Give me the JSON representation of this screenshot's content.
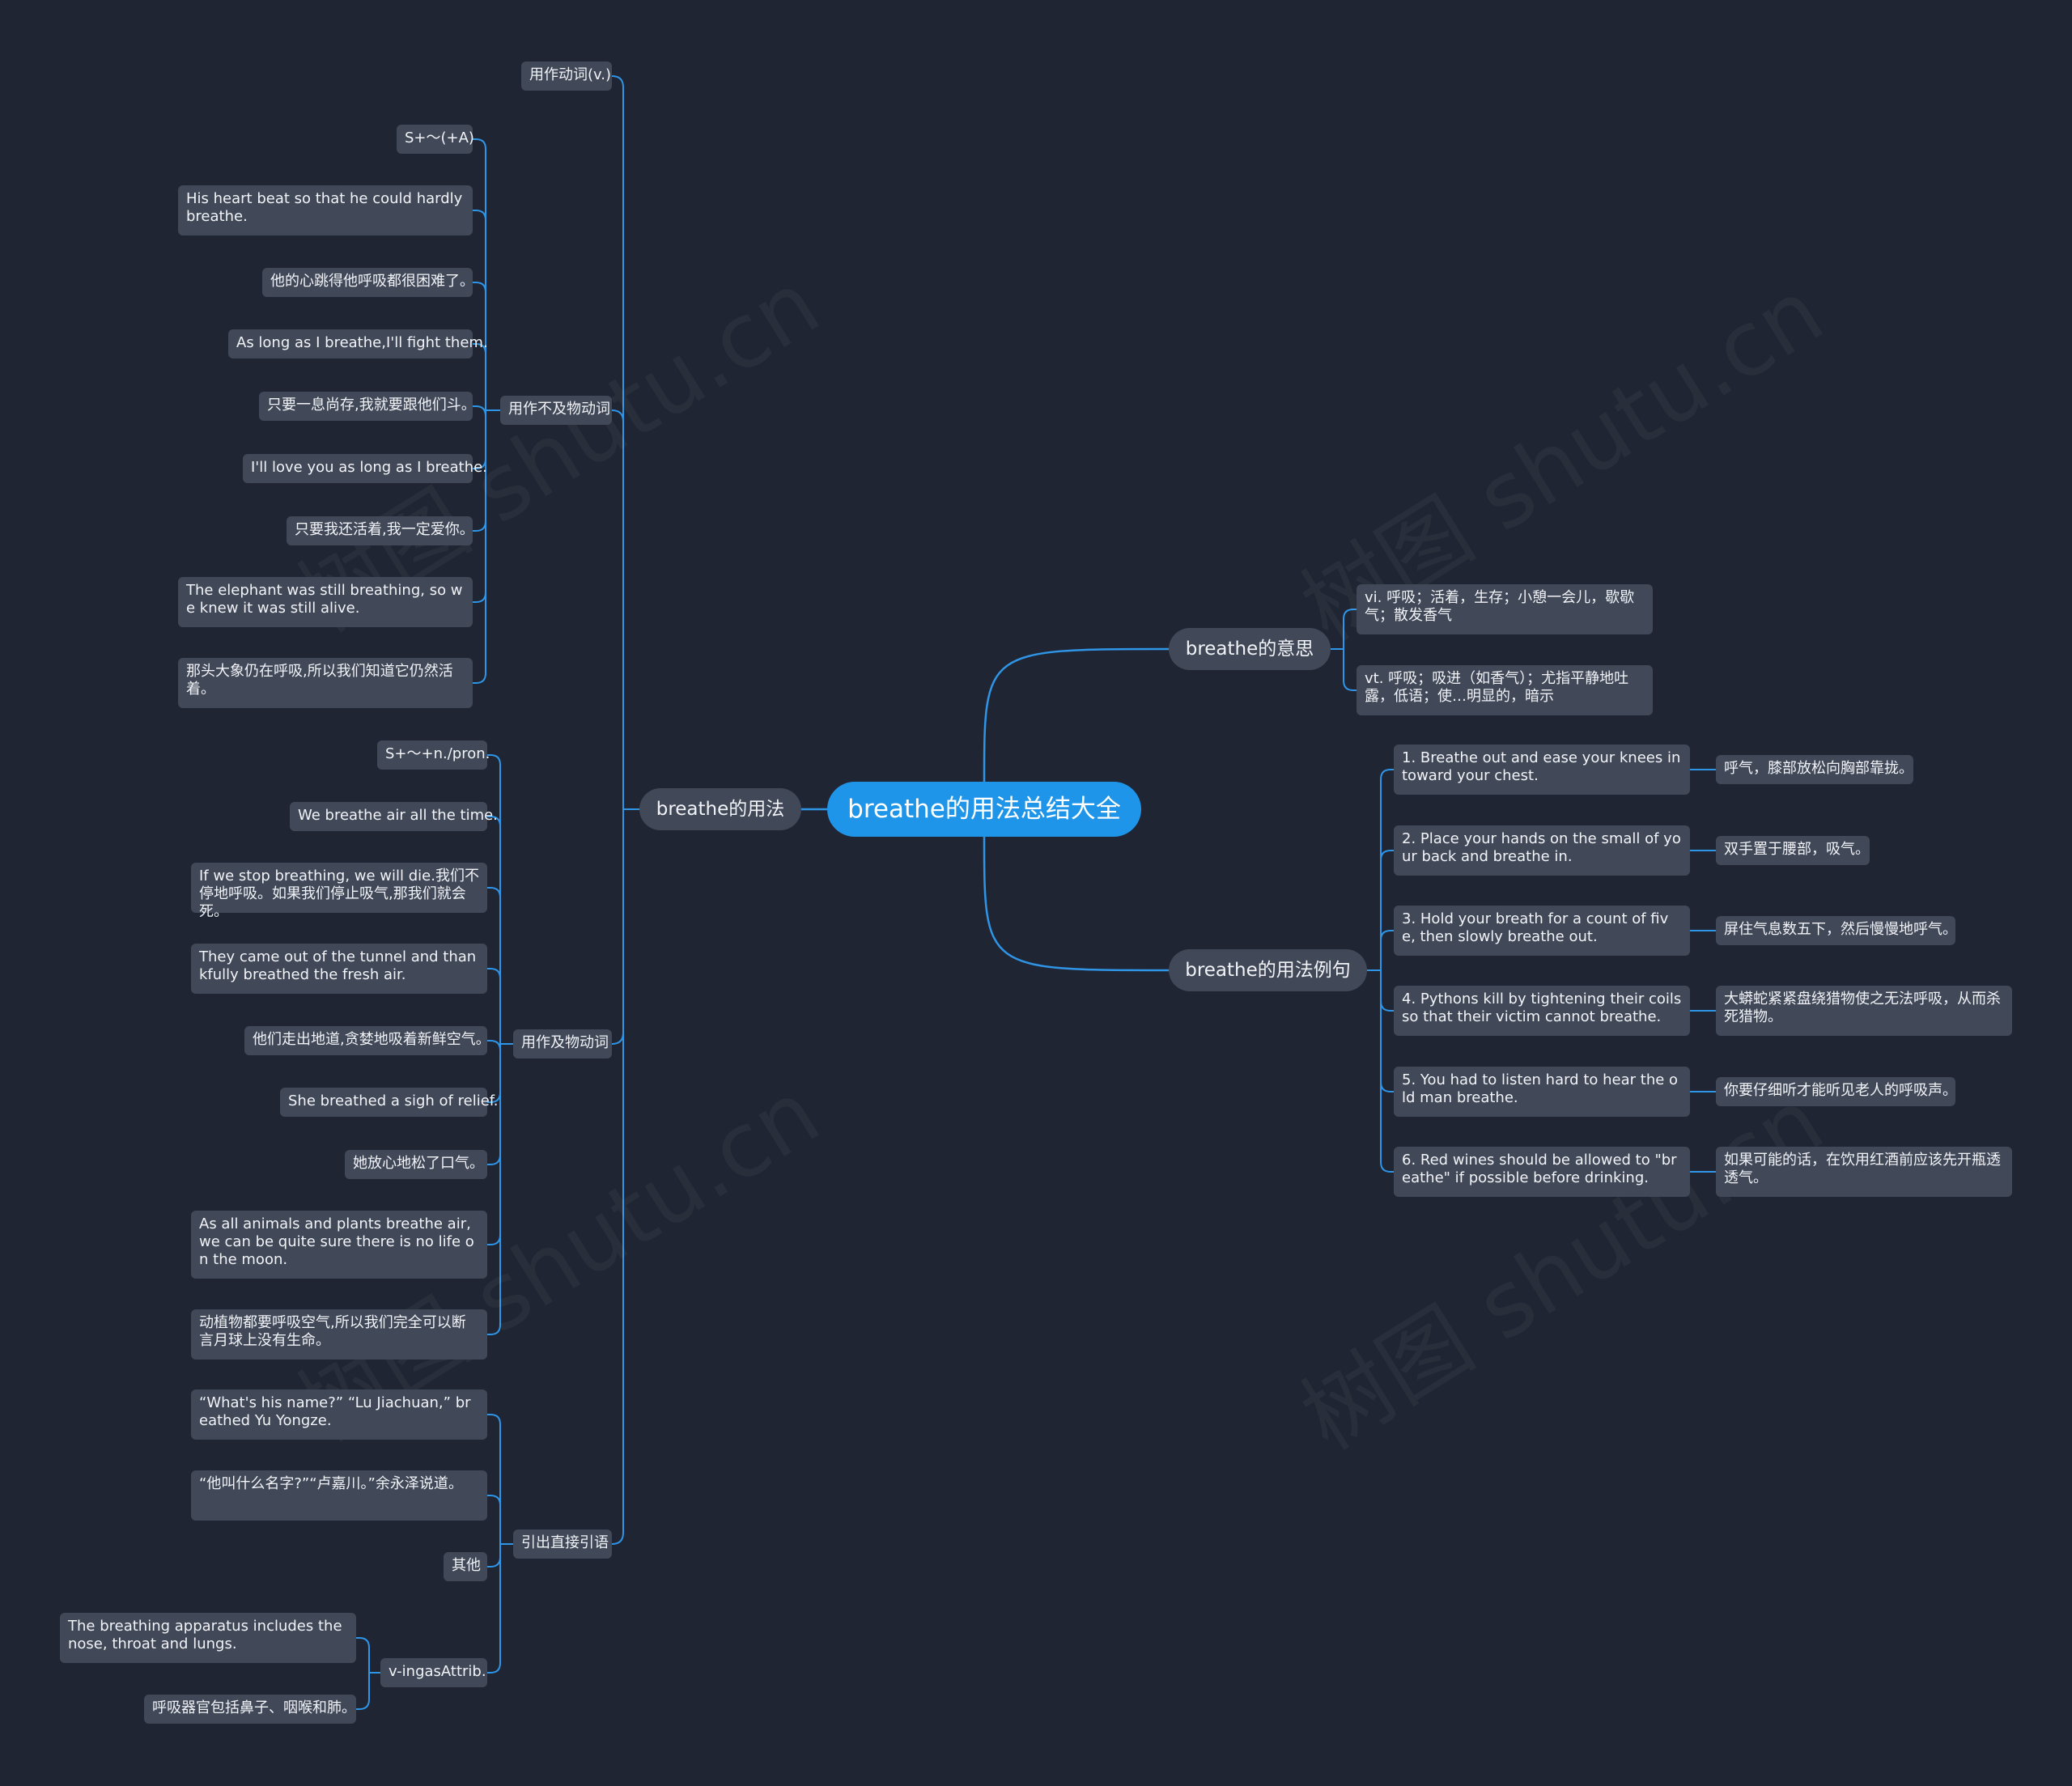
{
  "root": {
    "label": "breathe的用法总结大全"
  },
  "branches": {
    "meaning": {
      "label": "breathe的意思",
      "items": [
        "vi. 呼吸；活着，生存；小憩一会儿，歇歇气；散发香气",
        "vt. 呼吸；吸进（如香气）；尤指平静地吐露，低语；使…明显的，暗示"
      ]
    },
    "usage": {
      "label": "breathe的用法",
      "verb": {
        "label": "用作动词(v.)"
      },
      "intransitive": {
        "label": "用作不及物动词",
        "items": [
          "S+～(+A)",
          "His heart beat so that he could hardly breathe.",
          "他的心跳得他呼吸都很困难了。",
          "As long as I breathe,I'll fight them.",
          "只要一息尚存,我就要跟他们斗。",
          "I'll love you as long as I breathe.",
          "只要我还活着,我一定爱你。",
          "The elephant was still breathing, so we knew it was still alive.",
          "那头大象仍在呼吸,所以我们知道它仍然活着。"
        ]
      },
      "transitive": {
        "label": "用作及物动词",
        "items": [
          "S+～+n./pron.",
          "We breathe air all the time.",
          "If we stop breathing, we will die.我们不停地呼吸。如果我们停止吸气,那我们就会死。",
          "They came out of the tunnel and thankfully breathed the fresh air.",
          "他们走出地道,贪婪地吸着新鲜空气。",
          "She breathed a sigh of relief.",
          "她放心地松了口气。",
          "As all animals and plants breathe air, we can be quite sure there is no life on the moon.",
          "动植物都要呼吸空气,所以我们完全可以断言月球上没有生命。"
        ]
      },
      "quote": {
        "label": "引出直接引语",
        "items": [
          "“What's his name?” “Lu Jiachuan,” breathed Yu Yongze.",
          "“他叫什么名字?”“卢嘉川。”余永泽说道。",
          "其他"
        ],
        "ving": {
          "label": "v-ingasAttrib.",
          "items": [
            "The breathing apparatus includes the nose, throat and lungs.",
            "呼吸器官包括鼻子、咽喉和肺。"
          ]
        }
      }
    },
    "examples": {
      "label": "breathe的用法例句",
      "items": [
        {
          "en": "1. Breathe out and ease your knees in toward your chest.",
          "zh": "呼气，膝部放松向胸部靠拢。"
        },
        {
          "en": "2. Place your hands on the small of your back and breathe in.",
          "zh": "双手置于腰部，吸气。"
        },
        {
          "en": "3. Hold your breath for a count of five, then slowly breathe out.",
          "zh": "屏住气息数五下，然后慢慢地呼气。"
        },
        {
          "en": "4. Pythons kill by tightening their coils so that their victim cannot breathe.",
          "zh": "大蟒蛇紧紧盘绕猎物使之无法呼吸，从而杀死猎物。"
        },
        {
          "en": "5. You had to listen hard to hear the old man breathe.",
          "zh": "你要仔细听才能听见老人的呼吸声。"
        },
        {
          "en": "6. Red wines should be allowed to \"breathe\" if possible before drinking.",
          "zh": "如果可能的话，在饮用红酒前应该先开瓶透透气。"
        }
      ]
    }
  },
  "watermark": "树图 shutu.cn",
  "colors": {
    "background": "#202533",
    "node": "#414858",
    "root": "#1f95e9",
    "edge": "#2f95e6"
  }
}
